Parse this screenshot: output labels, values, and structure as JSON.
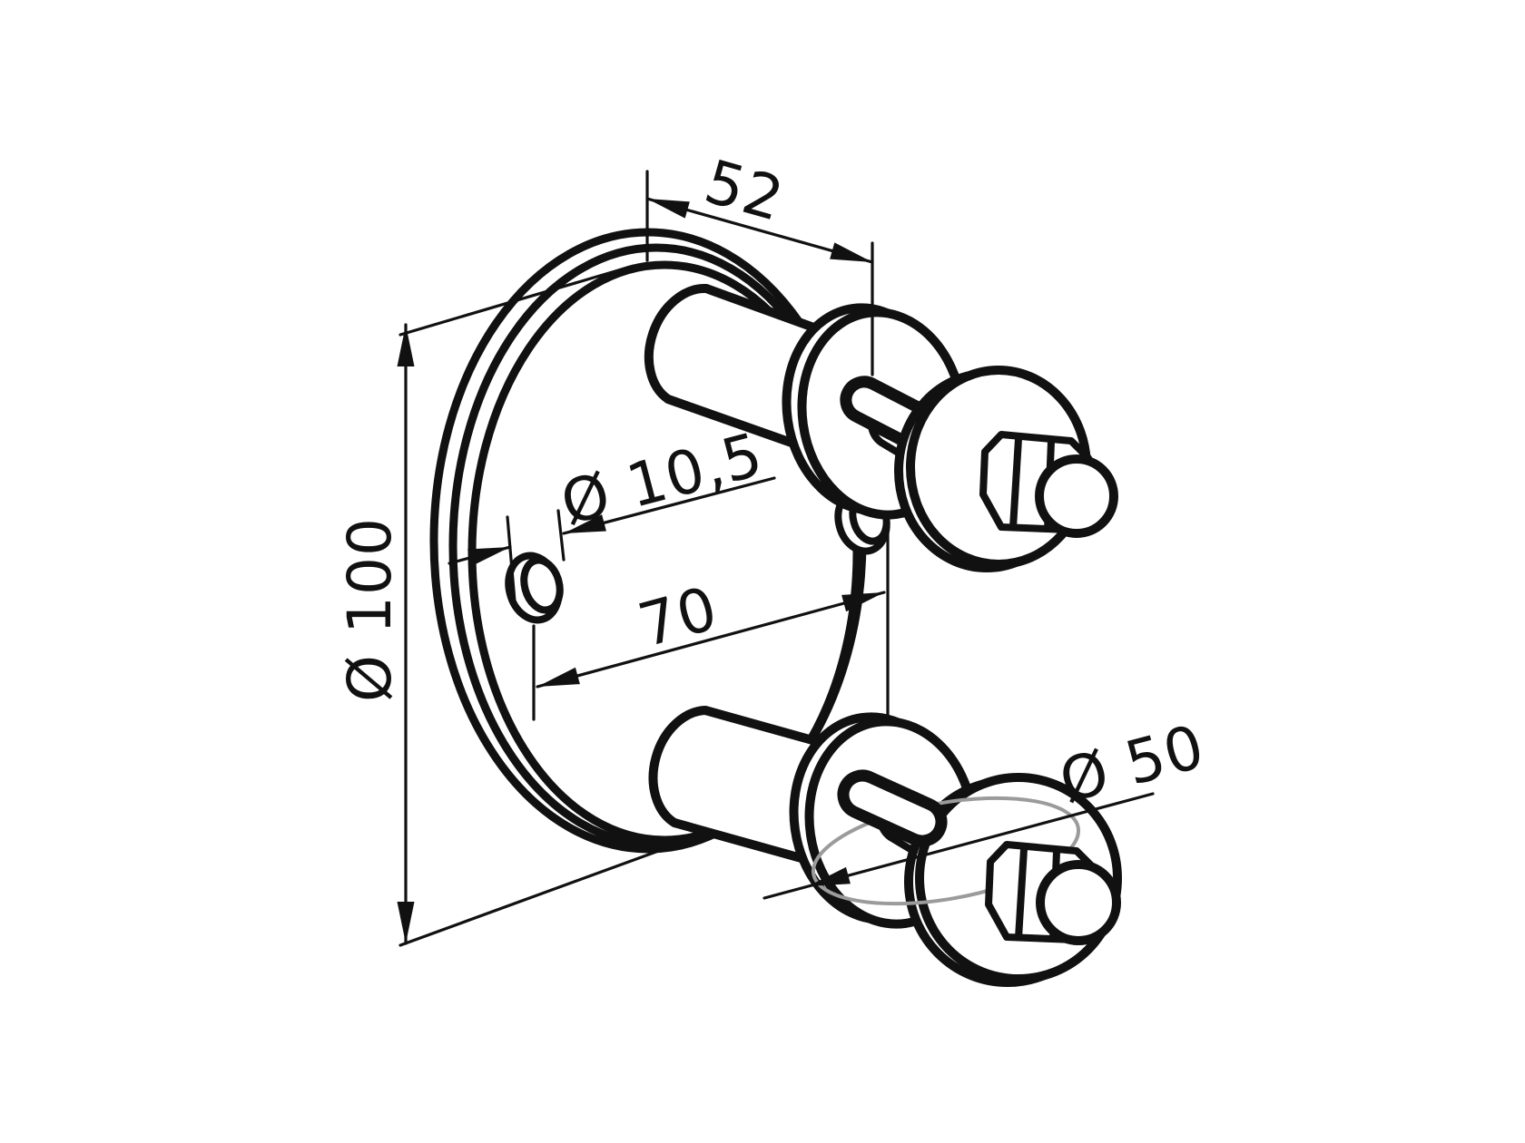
{
  "colors": {
    "background": "#ffffff",
    "line": "#111111",
    "reference_circle": "#9b9b9b"
  },
  "dimensions": {
    "spacer_length": "52",
    "hole_diameter": "Ø 10,5",
    "hole_spacing": "70",
    "flange_diameter": "Ø 100",
    "washer_diameter": "Ø 50"
  }
}
